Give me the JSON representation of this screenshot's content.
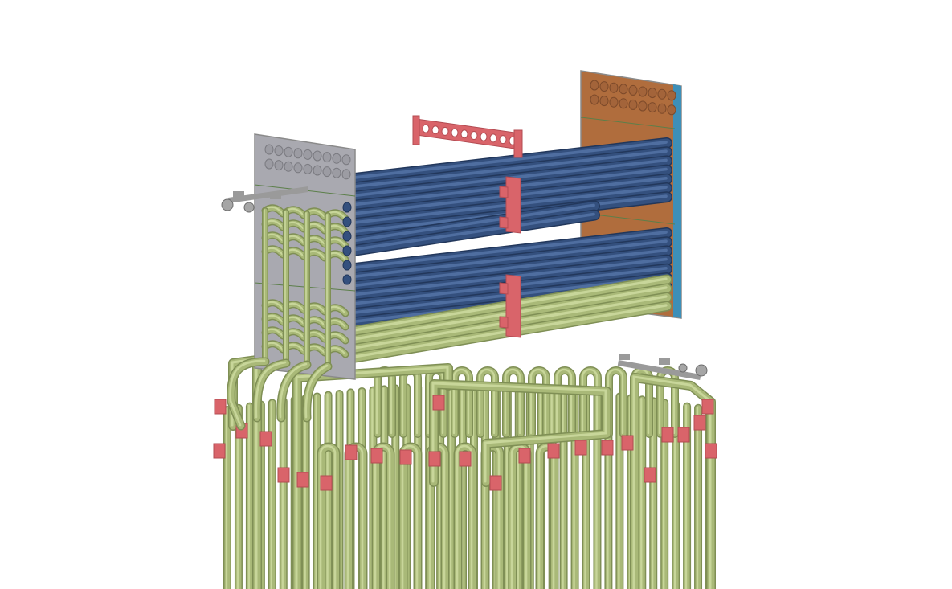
{
  "scene": {
    "description_visible_text": "",
    "colors": {
      "background": "#ffffff",
      "coil_tube": "#a9b978",
      "coil_tube_dark": "#7f8f55",
      "coil_tube_light": "#c8d69a",
      "blue_tube": "#34507e",
      "blue_tube_dark": "#22375b",
      "blue_tube_light": "#4f6ea0",
      "tube_sheet_left": "#a9a9b0",
      "tube_sheet_right": "#b06d3d",
      "support_red": "#d9646a",
      "support_red_dark": "#b34b52",
      "frame_edge": "#8a8a8a",
      "blue_edge": "#3d8fb8"
    },
    "counts": {
      "blue_tubes": 17,
      "upper_green_tubes": 4,
      "vertical_coil_legs": 44,
      "front_hairpins": 9
    }
  }
}
